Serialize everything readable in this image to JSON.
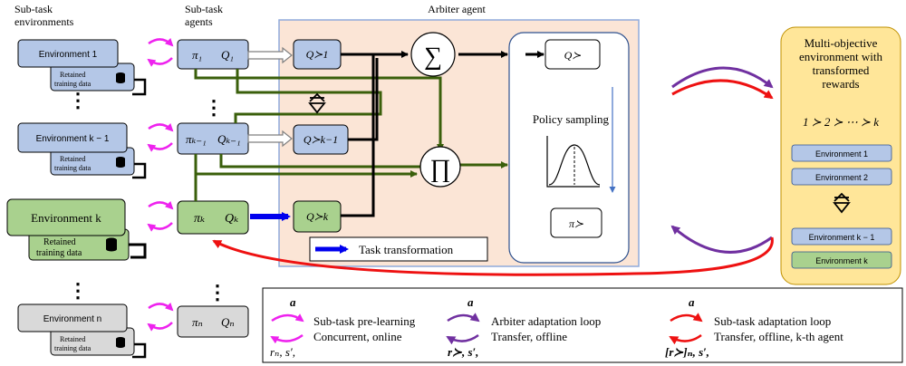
{
  "headers": {
    "envs": [
      "Sub-task",
      "environments"
    ],
    "agents": [
      "Sub-task",
      "agents"
    ],
    "arbiter": "Arbiter agent"
  },
  "envs": [
    {
      "label": "Environment 1",
      "retained": [
        "Retained",
        "training data"
      ]
    },
    {
      "label": "Environment k − 1",
      "retained": [
        "Retained",
        "training data"
      ]
    },
    {
      "label": "Environment k",
      "retained": [
        "Retained",
        "training data"
      ]
    },
    {
      "label": "Environment n",
      "retained": [
        "Retained",
        "training data"
      ]
    }
  ],
  "agents": [
    {
      "pi": "π₁",
      "q": "Q₁"
    },
    {
      "pi": "πₖ₋₁",
      "q": "Qₖ₋₁"
    },
    {
      "pi": "πₖ",
      "q": "Qₖ"
    },
    {
      "pi": "πₙ",
      "q": "Qₙ"
    }
  ],
  "arbiter": {
    "q_nodes": [
      "Q≻1",
      "Q≻k−1",
      "Q≻k"
    ],
    "sum": "∑",
    "prod": "∏",
    "policy_sampling": "Policy sampling",
    "q_pref": "Q≻",
    "pi_pref": "π≻",
    "task_transformation": "Task transformation"
  },
  "multi_objective": {
    "title": [
      "Multi-objective",
      "environment with",
      "transformed",
      "rewards"
    ],
    "ordering": "1 ≻ 2 ≻ ⋯ ≻ k",
    "envs": [
      "Environment 1",
      "Environment 2",
      "Environment k − 1",
      "Environment k"
    ]
  },
  "legend": [
    {
      "action": "a",
      "reward": "rₙ, s′,",
      "lines": [
        "Sub-task pre-learning",
        "Concurrent, online"
      ],
      "color": "#ee22ee"
    },
    {
      "action": "a",
      "reward": "r≻, s′,",
      "lines": [
        "Arbiter adaptation loop",
        "Transfer, offline"
      ],
      "color": "#7030a0"
    },
    {
      "action": "a",
      "reward": "[r≻]ₙ, s′,",
      "lines": [
        "Sub-task adaptation loop",
        "Transfer, offline, k-th agent"
      ],
      "color": "#ee1111"
    }
  ],
  "colors": {
    "blue_fill": "#b4c7e7",
    "green_fill": "#a9d18e",
    "gray_fill": "#d9d9d9",
    "arbiter_bg": "#fbe5d6",
    "mo_bg": "#ffe699",
    "dark_green": "#3a5f0b",
    "magenta": "#ee22ee",
    "purple": "#7030a0",
    "red": "#ee1111",
    "blue_arrow": "#0000ee"
  }
}
